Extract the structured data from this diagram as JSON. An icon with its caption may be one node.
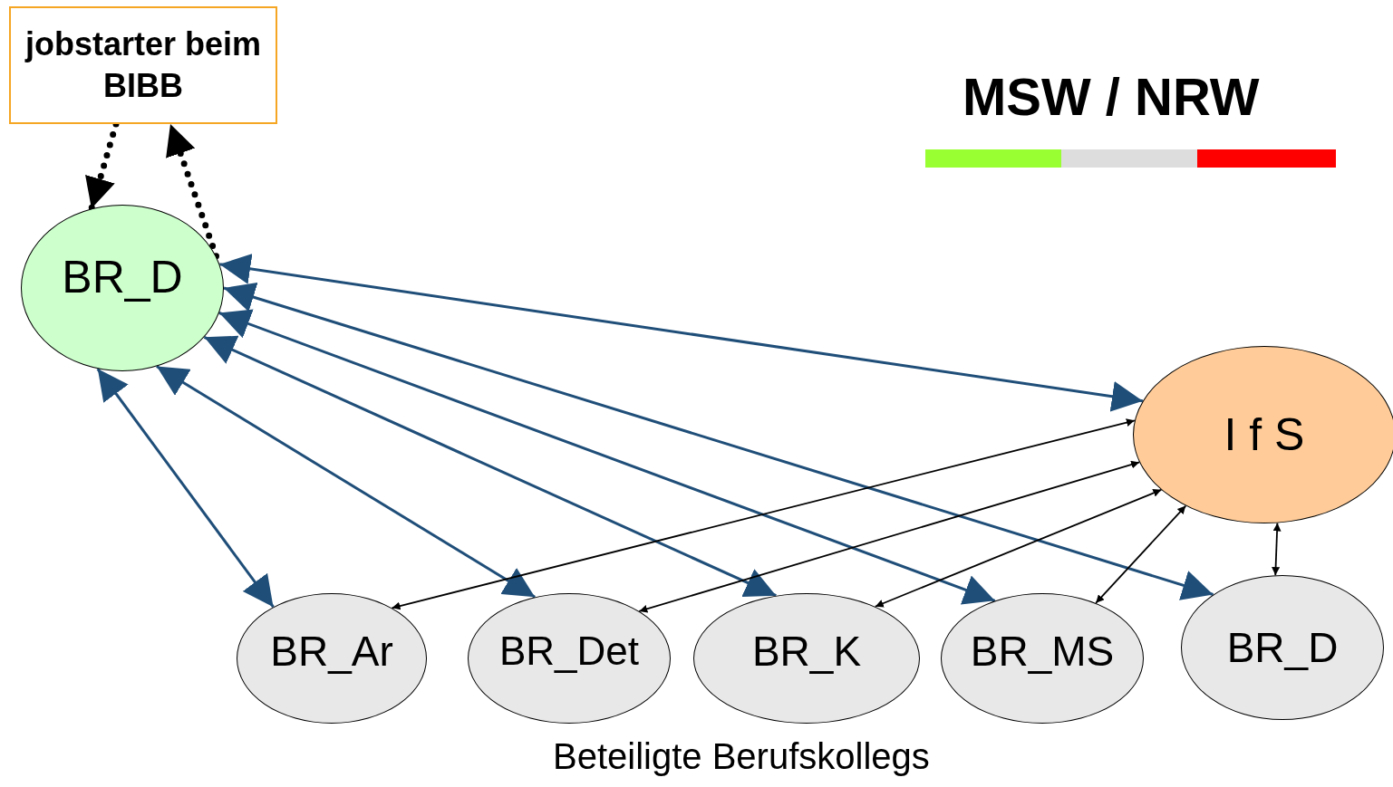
{
  "diagram": {
    "nodes": [
      {
        "text": [
          "jobstarter beim BIBB"
        ]
      },
      {
        "text": [
          "BR_D"
        ]
      },
      {
        "text": [
          "I f S"
        ]
      },
      {
        "text": [
          "BR_Ar"
        ]
      },
      {
        "text": [
          "BR_Det"
        ]
      },
      {
        "text": [
          "BR_K"
        ]
      },
      {
        "text": [
          "BR_MS"
        ]
      },
      {
        "text": [
          "BR_D"
        ]
      }
    ],
    "edges": [
      {
        "from": 0,
        "to": 1,
        "arrow": "to",
        "style": "dashed"
      },
      {
        "from": 1,
        "to": 0,
        "arrow": "to",
        "style": "dashed"
      },
      {
        "from": 1,
        "to": 2,
        "arrow": "both",
        "color": "#1f4e79"
      },
      {
        "from": 1,
        "to": 3,
        "arrow": "both",
        "color": "#1f4e79"
      },
      {
        "from": 1,
        "to": 4,
        "arrow": "both",
        "color": "#1f4e79"
      },
      {
        "from": 1,
        "to": 5,
        "arrow": "both",
        "color": "#1f4e79"
      },
      {
        "from": 1,
        "to": 6,
        "arrow": "both",
        "color": "#1f4e79"
      },
      {
        "from": 1,
        "to": 7,
        "arrow": "both",
        "color": "#1f4e79"
      },
      {
        "from": 2,
        "to": 3,
        "arrow": "both"
      },
      {
        "from": 2,
        "to": 4,
        "arrow": "both"
      },
      {
        "from": 2,
        "to": 5,
        "arrow": "both"
      },
      {
        "from": 2,
        "to": 6,
        "arrow": "both"
      },
      {
        "from": 2,
        "to": 7,
        "arrow": "both"
      }
    ],
    "labels": [
      "MSW / NRW",
      "Beteiligte Berufskollegs"
    ]
  }
}
